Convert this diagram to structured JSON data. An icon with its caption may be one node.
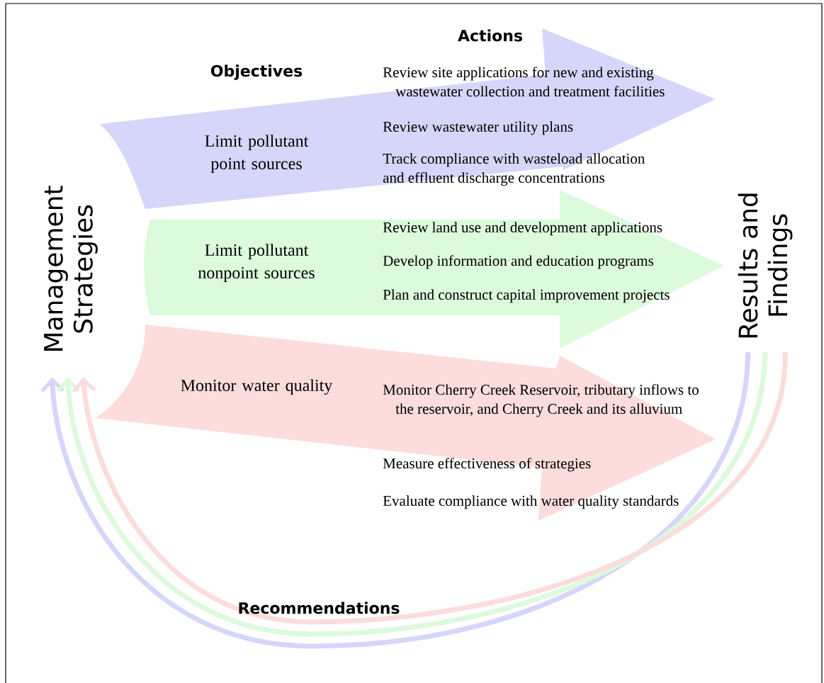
{
  "diagram": {
    "nodes": [
      {
        "text": [
          "Management Strategies"
        ]
      },
      {
        "text": [
          "Results and Findings"
        ]
      },
      {
        "text": [
          "Limit pollutant point sources",
          "Review site applications for new and existing wastewater collection and treatment facilities",
          "Review wastewater utility plans",
          "Track compliance with wasteload allocation and effluent discharge concentrations"
        ]
      },
      {
        "text": [
          "Limit pollutant nonpoint sources",
          "Review land use and development applications",
          "Develop information and education programs",
          "Plan and construct capital improvement projects"
        ]
      },
      {
        "text": [
          "Monitor water quality",
          "Monitor Cherry Creek Reservoir, tributary inflows to the reservoir, and Cherry Creek and its alluvium",
          "Measure effectiveness of strategies",
          "Evaluate compliance with water quality standards"
        ]
      }
    ],
    "edges": [
      {
        "from": 1,
        "to": 0,
        "arrow": "to",
        "color": "#d6d6fa"
      },
      {
        "from": 1,
        "to": 0,
        "arrow": "to",
        "color": "#dcfadc"
      },
      {
        "from": 1,
        "to": 0,
        "arrow": "to",
        "color": "#fddcdc"
      }
    ],
    "labels": [
      "Actions",
      "Objectives",
      "Recommendations"
    ]
  }
}
